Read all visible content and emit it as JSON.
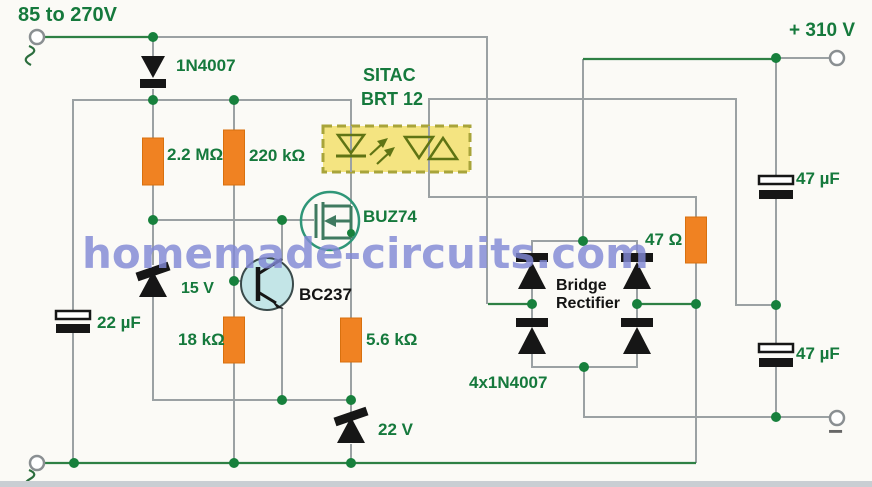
{
  "watermark": {
    "text": "homemade-circuits.com"
  },
  "labels": {
    "input_voltage": "85 to 270V",
    "diode_input": "1N4007",
    "r_22m": "2.2 MΩ",
    "r_220k": "220 kΩ",
    "opto_name": "SITAC",
    "opto_model": "BRT 12",
    "mosfet": "BUZ74",
    "transistor": "BC237",
    "zener_15v": "15 V",
    "cap_22uf": "22 µF",
    "r_18k": "18 kΩ",
    "r_5k6": "5.6 kΩ",
    "zener_22v": "22 V",
    "bridge_line1": "Bridge",
    "bridge_line2": "Rectifier",
    "bridge_diodes": "4x1N4007",
    "r_47": "47 Ω",
    "output_voltage": "+ 310 V",
    "cap_47uf_top": "47 µF",
    "cap_47uf_bottom": "47 µF",
    "output_negative": "−"
  },
  "colors": {
    "label_green": "#15793c",
    "resistor_orange": "#f08222",
    "wire_gray": "#9ba1a3",
    "wire_green": "#2e8044",
    "junction_green": "#17803c",
    "opto_highlight_fill": "#f2de60",
    "opto_symbol_olive": "#5f7414",
    "watermark_blue": "#8289d6",
    "transistor_fill": "#c3e5e7",
    "mosfet_ring": "#2f9678",
    "component_black": "#161616"
  }
}
